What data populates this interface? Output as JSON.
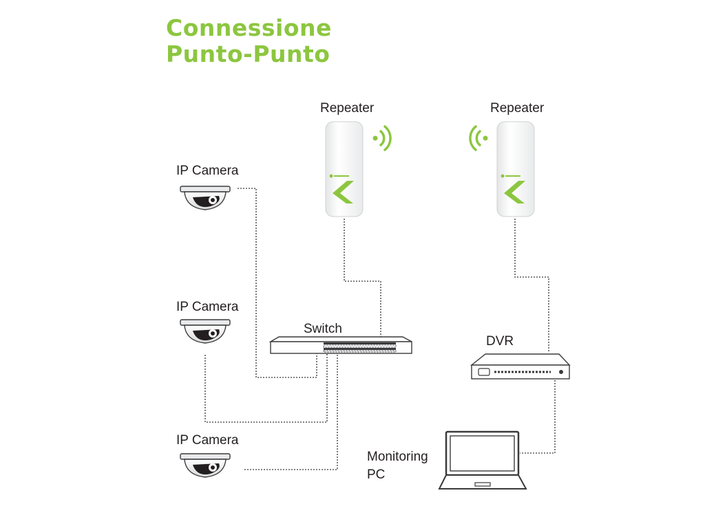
{
  "title": {
    "line1": "Connessione",
    "line2": "Punto-Punto"
  },
  "colors": {
    "accent": "#8cc63f",
    "text": "#231f20",
    "line": "#58595b"
  },
  "labels": {
    "repeater_left": "Repeater",
    "repeater_right": "Repeater",
    "camera_top": "IP Camera",
    "camera_middle": "IP Camera",
    "camera_bottom": "IP Camera",
    "switch": "Switch",
    "dvr": "DVR",
    "monitoring_pc_line1": "Monitoring",
    "monitoring_pc_line2": "PC"
  }
}
